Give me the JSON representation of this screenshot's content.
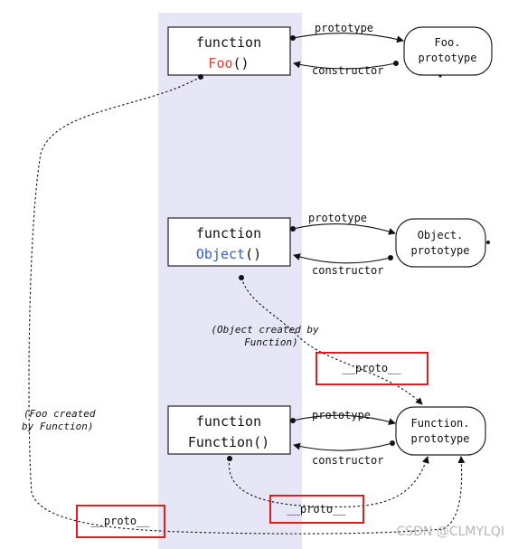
{
  "colors": {
    "foo_name": "#e33e2b",
    "object_name": "#2f5fd0",
    "highlight_box": "#dd1c1c",
    "band": "#e6e6f7"
  },
  "functions": [
    {
      "keyword": "function",
      "name": "Foo",
      "parens": "()"
    },
    {
      "keyword": "function",
      "name": "Object",
      "parens": "()"
    },
    {
      "keyword": "function",
      "name": "Function",
      "parens": "()"
    }
  ],
  "prototypes": [
    {
      "line1": "Foo.",
      "line2": "prototype"
    },
    {
      "line1": "Object.",
      "line2": "prototype"
    },
    {
      "line1": "Function.",
      "line2": "prototype"
    }
  ],
  "edge_labels": {
    "prototype": "prototype",
    "constructor": "constructor"
  },
  "notes": {
    "object_created": [
      "(Object created by",
      "Function)"
    ],
    "foo_created": [
      "(Foo created",
      "by Function)"
    ]
  },
  "proto_label": "__proto__",
  "watermark": "CSDN @CLMYLQI"
}
